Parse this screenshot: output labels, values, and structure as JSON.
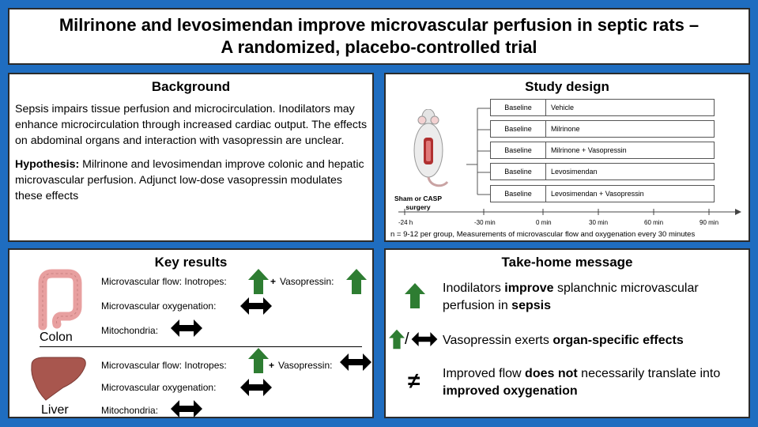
{
  "title": {
    "line1": "Milrinone and levosimendan improve microvascular perfusion in septic rats –",
    "line2": "A randomized, placebo-controlled trial"
  },
  "background": {
    "heading": "Background",
    "para1": "Sepsis impairs tissue perfusion and microcirculation. Inodilators may enhance microcirculation through increased cardiac output. The effects on abdominal organs and interaction with vasopressin are unclear.",
    "hypothesis_label": "Hypothesis:",
    "hypothesis_text": " Milrinone and levosimendan improve colonic and hepatic microvascular perfusion. Adjunct low-dose vasopressin modulates these effects"
  },
  "study_design": {
    "heading": "Study design",
    "surgery_label_1": "Sham or CASP",
    "surgery_label_2": "surgery",
    "baseline_label": "Baseline",
    "arms": [
      "Vehicle",
      "Milrinone",
      "Milrinone + Vasopressin",
      "Levosimendan",
      "Levosimendan + Vasopressin"
    ],
    "timeline": [
      "-24 h",
      "-30 min",
      "0 min",
      "30 min",
      "60 min",
      "90 min"
    ],
    "footnote": "n = 9-12 per group, Measurements of microvascular flow and oxygenation every 30 minutes"
  },
  "key_results": {
    "heading": "Key results",
    "colon_label": "Colon",
    "liver_label": "Liver",
    "flow_label": "Microvascular flow: Inotropes:",
    "plus": "+",
    "vaso_label": "Vasopressin:",
    "oxy_label": "Microvascular oxygenation:",
    "mito_label": "Mitochondria:"
  },
  "take_home": {
    "heading": "Take-home message",
    "m1_a": "Inodilators ",
    "m1_b": "improve",
    "m1_c": " splanchnic microvascular perfusion in ",
    "m1_d": "sepsis",
    "slash": "/",
    "m2_a": "Vasopressin exerts ",
    "m2_b": "organ-specific effects",
    "neq": "≠",
    "m3_a": "Improved flow ",
    "m3_b": "does not",
    "m3_c": " necessarily translate into ",
    "m3_d": "improved oxygenation"
  },
  "colors": {
    "up_arrow": "#2e7d32",
    "neutral_arrow": "#000000",
    "background": "#1f6dc0",
    "colon": "#e8a0a0",
    "liver": "#a8564e"
  }
}
